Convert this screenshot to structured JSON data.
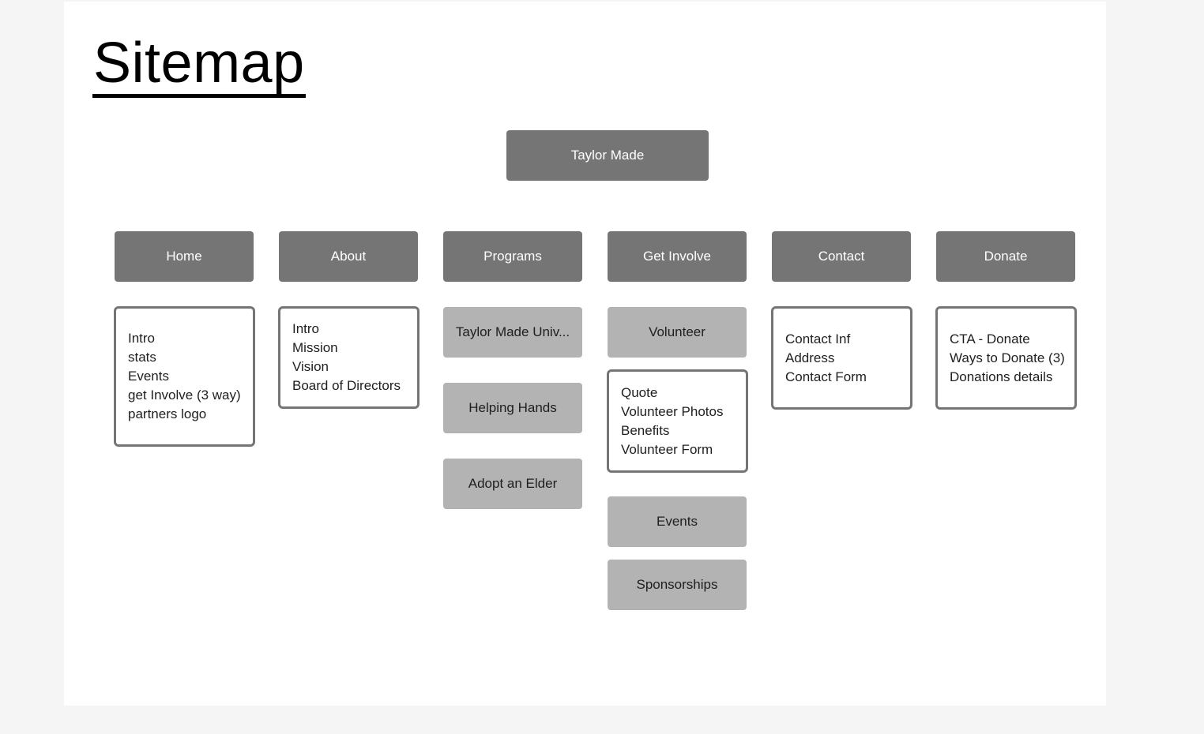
{
  "page": {
    "title": "Sitemap"
  },
  "root": {
    "label": "Taylor Made"
  },
  "sections": {
    "home": {
      "label": "Home",
      "items": [
        "Intro",
        "stats",
        "Events",
        "get Involve (3 way)",
        "partners logo"
      ]
    },
    "about": {
      "label": "About",
      "items": [
        "Intro",
        "Mission",
        "Vision",
        "Board of Directors"
      ]
    },
    "programs": {
      "label": "Programs",
      "children": [
        "Taylor Made Univ...",
        "Helping Hands",
        "Adopt an Elder"
      ]
    },
    "get_involve": {
      "label": "Get Involve",
      "volunteer": "Volunteer",
      "volunteer_items": [
        "Quote",
        "Volunteer Photos",
        "Benefits",
        "Volunteer Form"
      ],
      "events": "Events",
      "sponsorships": "Sponsorships"
    },
    "contact": {
      "label": "Contact",
      "items": [
        "Contact Inf",
        "Address",
        "Contact Form"
      ]
    },
    "donate": {
      "label": "Donate",
      "items": [
        "CTA - Donate",
        "Ways to Donate (3)",
        "Donations details"
      ]
    }
  },
  "colors": {
    "node_dark": "#757575",
    "node_light": "#b3b3b3",
    "card_border": "#757575",
    "background": "#f5f5f5",
    "frame": "#ffffff"
  }
}
